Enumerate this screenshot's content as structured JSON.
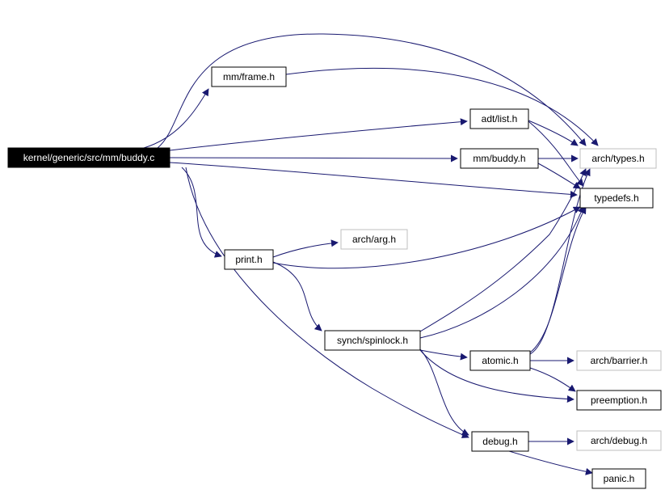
{
  "colors": {
    "edge": "#191970",
    "node_border": "#000000",
    "external_border": "#bfbfbf",
    "root_fill": "#000000",
    "root_text": "#ffffff",
    "node_fill": "#ffffff",
    "node_text": "#000000"
  },
  "nodes": [
    {
      "id": "root",
      "label": "kernel/generic/src/mm/buddy.c",
      "kind": "root"
    },
    {
      "id": "frame",
      "label": "mm/frame.h",
      "kind": "internal"
    },
    {
      "id": "list",
      "label": "adt/list.h",
      "kind": "internal"
    },
    {
      "id": "mmbuddy",
      "label": "mm/buddy.h",
      "kind": "internal"
    },
    {
      "id": "types",
      "label": "arch/types.h",
      "kind": "external"
    },
    {
      "id": "typedefs",
      "label": "typedefs.h",
      "kind": "internal"
    },
    {
      "id": "print",
      "label": "print.h",
      "kind": "internal"
    },
    {
      "id": "arg",
      "label": "arch/arg.h",
      "kind": "external"
    },
    {
      "id": "spinlock",
      "label": "synch/spinlock.h",
      "kind": "internal"
    },
    {
      "id": "atomic",
      "label": "atomic.h",
      "kind": "internal"
    },
    {
      "id": "barrier",
      "label": "arch/barrier.h",
      "kind": "external"
    },
    {
      "id": "preemption",
      "label": "preemption.h",
      "kind": "internal"
    },
    {
      "id": "debug",
      "label": "debug.h",
      "kind": "internal"
    },
    {
      "id": "archdebug",
      "label": "arch/debug.h",
      "kind": "external"
    },
    {
      "id": "panic",
      "label": "panic.h",
      "kind": "internal"
    }
  ],
  "edges": [
    {
      "from": "root",
      "to": "frame"
    },
    {
      "from": "root",
      "to": "types"
    },
    {
      "from": "root",
      "to": "list"
    },
    {
      "from": "root",
      "to": "mmbuddy"
    },
    {
      "from": "root",
      "to": "typedefs"
    },
    {
      "from": "root",
      "to": "print"
    },
    {
      "from": "root",
      "to": "debug"
    },
    {
      "from": "frame",
      "to": "types"
    },
    {
      "from": "list",
      "to": "types"
    },
    {
      "from": "list",
      "to": "typedefs"
    },
    {
      "from": "mmbuddy",
      "to": "types"
    },
    {
      "from": "mmbuddy",
      "to": "typedefs"
    },
    {
      "from": "print",
      "to": "arg"
    },
    {
      "from": "print",
      "to": "typedefs"
    },
    {
      "from": "print",
      "to": "spinlock"
    },
    {
      "from": "spinlock",
      "to": "types"
    },
    {
      "from": "spinlock",
      "to": "typedefs"
    },
    {
      "from": "spinlock",
      "to": "atomic"
    },
    {
      "from": "spinlock",
      "to": "preemption"
    },
    {
      "from": "spinlock",
      "to": "debug"
    },
    {
      "from": "atomic",
      "to": "barrier"
    },
    {
      "from": "atomic",
      "to": "preemption"
    },
    {
      "from": "atomic",
      "to": "types"
    },
    {
      "from": "atomic",
      "to": "typedefs"
    },
    {
      "from": "debug",
      "to": "archdebug"
    },
    {
      "from": "debug",
      "to": "panic"
    }
  ]
}
